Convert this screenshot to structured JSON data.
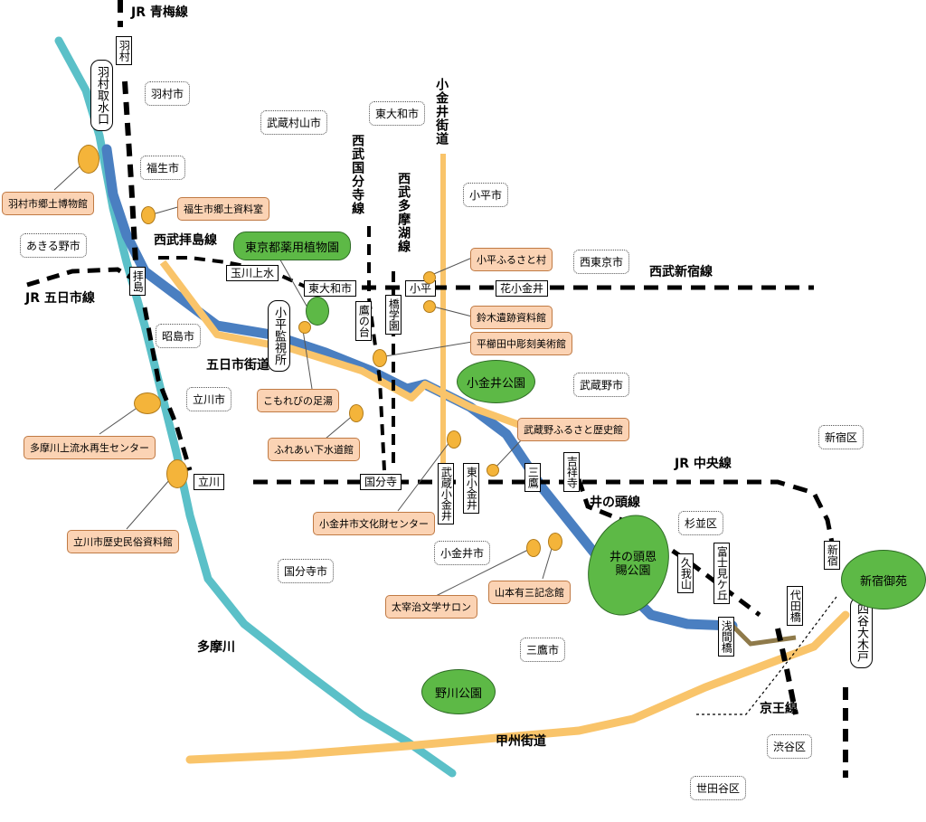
{
  "rail_lines": {
    "ome": "JR 青梅線",
    "itsukaichi": "JR 五日市線",
    "chuo": "JR 中央線",
    "seibu_haijima": "西武拝島線",
    "seibu_shinjuku": "西武新宿線",
    "seibu_kokubunji": "西武国分寺線",
    "seibu_tamako": "西武多摩湖線",
    "inokashira": "井の頭線",
    "keio": "京王線"
  },
  "roads": {
    "koganei_kaido": "小金井街道",
    "itsukaichi_kaido": "五日市街道",
    "koshu_kaido": "甲州街道"
  },
  "rivers": {
    "tamagawa": "多摩川",
    "tamagawa_josui": "玉川上水"
  },
  "municipalities": {
    "hamura": "羽村市",
    "musashimurayama": "武蔵村山市",
    "higashiyamato": "東大和市",
    "fussa": "福生市",
    "kodaira": "小平市",
    "akiruno": "あきる野市",
    "nishitokyo": "西東京市",
    "akishima": "昭島市",
    "musashino": "武蔵野市",
    "tachikawa": "立川市",
    "shinjuku": "新宿区",
    "suginami": "杉並区",
    "koganei": "小金井市",
    "kokubunji": "国分寺市",
    "mitaka": "三鷹市",
    "shibuya": "渋谷区",
    "setagaya": "世田谷区"
  },
  "stations": {
    "hamura": "羽村",
    "haijima": "拝島",
    "tachikawa": "立川",
    "higashiyamatoshi": "東大和市",
    "kodaira": "小平",
    "hanakoganei": "花小金井",
    "takanodai": "鷹の台",
    "hitotsubashigakuen": "橋学園",
    "kokubunji": "国分寺",
    "musashikoganei": "武蔵小金井",
    "higashikoganei": "東小金井",
    "mitaka": "三鷹",
    "kichijoji": "吉祥寺",
    "kugayama": "久我山",
    "fujimigaoka": "富士見ケ丘",
    "sengawa": "浅間橋",
    "yoyogi": "代田橋",
    "shinjuku": "新宿"
  },
  "landmarks": {
    "hamura_intake": "羽村取水口",
    "kodaira_kanshi": "小平監視所",
    "yotsuya_okido": "四谷大木戸"
  },
  "spots": {
    "hamura_museum": "羽村市郷土博物館",
    "fussa_museum": "福生市郷土資料室",
    "kodaira_furusato": "小平ふるさと村",
    "suzuki_iseki": "鈴木遺跡資料館",
    "hirakushi": "平櫛田中彫刻美術館",
    "komorebi": "こもれびの足湯",
    "fureai": "ふれあい下水道館",
    "tamagawa_joryu": "多摩川上流水再生センター",
    "musashino_furusato": "武蔵野ふるさと歴史館",
    "tachikawa_museum": "立川市歴史民俗資料館",
    "koganei_bunkazai": "小金井市文化財センター",
    "dazai": "太宰治文学サロン",
    "yamamoto": "山本有三記念館"
  },
  "parks": {
    "yakuyo": "東京都薬用植物園",
    "koganei_park": "小金井公園",
    "inokashira_park": "井の頭恩賜公園",
    "shinjuku_gyoen": "新宿御苑",
    "nogawa_park": "野川公園"
  },
  "colors": {
    "tamagawa_river": "#5bc0c8",
    "josui_channel": "#4a7fc1",
    "road": "#f9c46a",
    "rail": "#000000",
    "park": "#5db946",
    "spot_fill": "#fbd3b4",
    "spot_dot": "#f4b43a"
  }
}
